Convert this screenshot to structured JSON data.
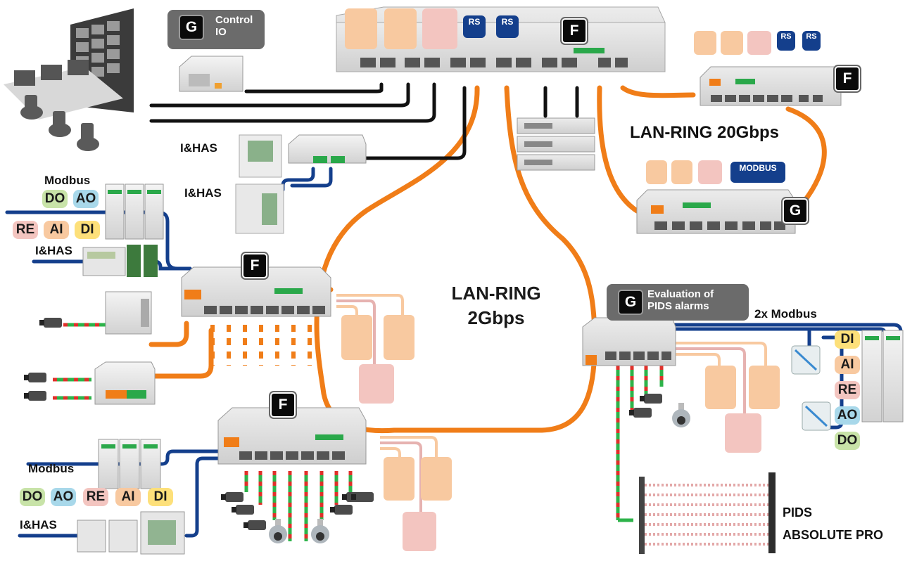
{
  "labels": {
    "control_box": "Control\nIO",
    "lan_ring_20": "LAN-RING 20Gbps",
    "lan_ring_2_line1": "LAN-RING",
    "lan_ring_2_line2": "2Gbps",
    "ihas_1": "I&HAS",
    "ihas_2": "I&HAS",
    "ihas_3": "I&HAS",
    "ihas_4": "I&HAS",
    "modbus_top": "Modbus",
    "modbus_bottom": "Modbus",
    "modbus_2x": "2x Modbus",
    "pids_eval": "Evaluation of\nPIDS alarms",
    "pids_line1": "PIDS",
    "pids_line2": "ABSOLUTE PRO",
    "rs": "RS",
    "modbus_badge": "MODBUS",
    "chip_f": "F",
    "chip_g": "G"
  },
  "io_badges": {
    "DO": "DO",
    "AO": "AO",
    "RE": "RE",
    "AI": "AI",
    "DI": "DI"
  },
  "colors": {
    "ring": "#f07d18",
    "bus": "#143f8c",
    "cable": "#111111",
    "chip": "#0a0a0a",
    "control_box": "#6b6b6b",
    "do": "#c8e3a8",
    "ao": "#a8d8ea",
    "re": "#f3c5c0",
    "ai": "#f8c9a0",
    "di": "#fde07a",
    "motion_tile": "#f8c9a0",
    "door_tile": "#f8c9a0",
    "light_tile": "#f3c5c0",
    "camera_link_green": "#2db34a",
    "camera_link_red": "#e0302a"
  },
  "icons": {
    "motion": "person-motion-sensor-icon",
    "door": "door-contact-icon",
    "light": "lightbulb-icon",
    "rs": "rs-bus-icon",
    "modbus": "modbus-bus-icon",
    "camera": "camera-icon",
    "dome": "dome-camera-icon",
    "switch": "ethernet-switch-icon",
    "server": "server-stack-icon",
    "workstation": "control-room-icon",
    "panel": "alarm-panel-icon",
    "junction": "junction-box-icon",
    "fence": "pids-fence-icon"
  }
}
